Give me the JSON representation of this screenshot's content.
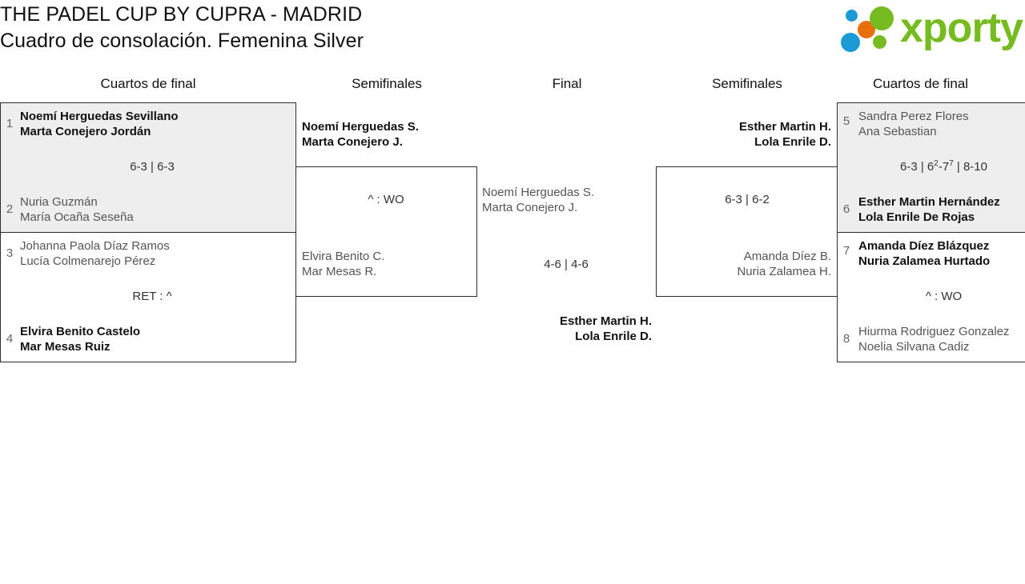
{
  "header": {
    "title_line1": "THE PADEL CUP BY CUPRA - MADRID",
    "title_line2": "Cuadro de consolación. Femenina Silver",
    "logo_word": "xporty",
    "logo_colors": {
      "green": "#76bc21",
      "blue": "#1b9ad6",
      "orange": "#e8700a"
    }
  },
  "rounds": [
    {
      "label": "Cuartos de final"
    },
    {
      "label": "Semifinales"
    },
    {
      "label": "Final"
    },
    {
      "label": "Semifinales"
    },
    {
      "label": "Cuartos de final"
    }
  ],
  "matches": {
    "qf_left_top": {
      "seed_top": "1",
      "seed_bottom": "2",
      "top_l1": "Noemí Herguedas Sevillano",
      "top_l2": "Marta Conejero Jordán",
      "bot_l1": "Nuria Guzmán",
      "bot_l2": "María Ocaña Seseña",
      "score": "6-3 | 6-3"
    },
    "qf_left_bottom": {
      "seed_top": "3",
      "seed_bottom": "4",
      "top_l1": "Johanna Paola Díaz Ramos",
      "top_l2": "Lucía Colmenarejo Pérez",
      "bot_l1": "Elvira Benito Castelo",
      "bot_l2": "Mar Mesas Ruiz",
      "score": "RET : ^"
    },
    "sf_left": {
      "top_l1": "Noemí Herguedas S.",
      "top_l2": "Marta Conejero J.",
      "bot_l1": "Elvira Benito C.",
      "bot_l2": "Mar Mesas R.",
      "score": "^ : WO"
    },
    "final": {
      "top_l1": "Noemí Herguedas S.",
      "top_l2": "Marta Conejero J.",
      "bot_l1": "Esther Martin H.",
      "bot_l2": "Lola Enrile D.",
      "score": "4-6 | 4-6"
    },
    "sf_right": {
      "top_l1": "Esther Martin H.",
      "top_l2": "Lola Enrile D.",
      "bot_l1": "Amanda Díez B.",
      "bot_l2": "Nuria Zalamea H.",
      "score": "6-3 | 6-2"
    },
    "qf_right_top": {
      "seed_top": "5",
      "seed_bottom": "6",
      "top_l1": "Sandra Perez Flores",
      "top_l2": "Ana Sebastian",
      "bot_l1": "Esther Martin Hernández",
      "bot_l2": "Lola Enrile De Rojas",
      "score_p1": "6-3 | 6",
      "score_s1": "2",
      "score_p2": "-7",
      "score_s2": "7",
      "score_p3": " | 8-10"
    },
    "qf_right_bottom": {
      "seed_top": "7",
      "seed_bottom": "8",
      "top_l1": "Amanda Díez Blázquez",
      "top_l2": "Nuria Zalamea Hurtado",
      "bot_l1": "Hiurma Rodriguez Gonzalez",
      "bot_l2": "Noelia Silvana Cadiz",
      "score": "^ : WO"
    }
  }
}
